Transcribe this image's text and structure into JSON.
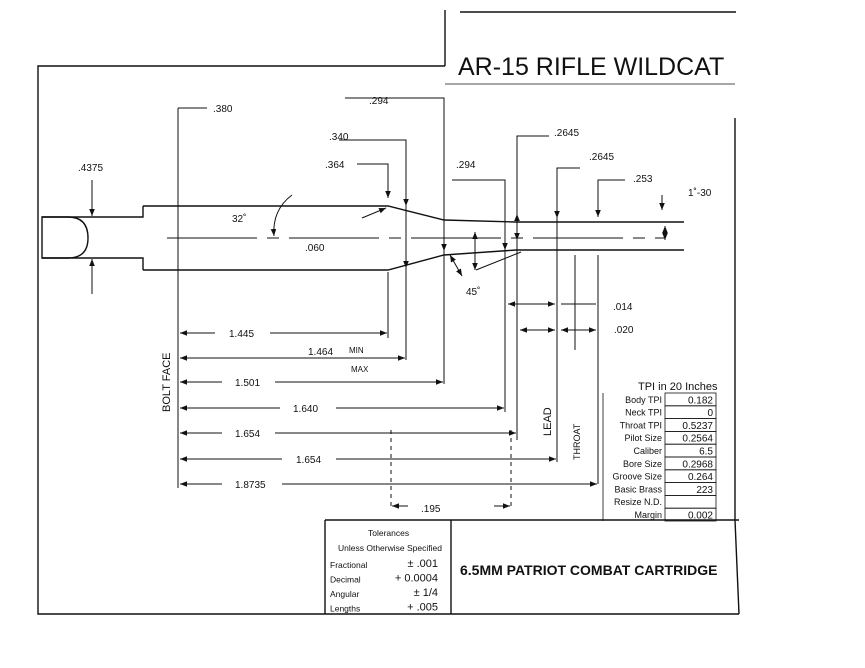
{
  "title": "AR-15 RIFLE WILDCAT",
  "subtitle": "6.5MM PATRIOT COMBAT CARTRIDGE",
  "dimensions": {
    "d4375": ".4375",
    "d380": ".380",
    "d294a": ".294",
    "d340": ".340",
    "d364": ".364",
    "d294b": ".294",
    "d2645a": ".2645",
    "d2645b": ".2645",
    "d253": ".253",
    "d1_30": "1˚-30",
    "d32": "32˚",
    "d060": ".060",
    "d45": "45˚",
    "d014": ".014",
    "d020": ".020",
    "d1445": "1.445",
    "d1464": "1.464",
    "min": "MIN",
    "max": "MAX",
    "d1501": "1.501",
    "d1640": "1.640",
    "d1654a": "1.654",
    "d1654b": "1.654",
    "d18735": "1.8735",
    "d195": ".195"
  },
  "labels": {
    "bolt_face": "BOLT FACE",
    "lead": "LEAD",
    "throat": "THROAT"
  },
  "tpi_table": {
    "header": "TPI in 20 Inches",
    "rows": [
      {
        "label": "Body TPI",
        "value": "0.182"
      },
      {
        "label": "Neck TPI",
        "value": "0"
      },
      {
        "label": "Throat TPI",
        "value": "0.5237"
      },
      {
        "label": "Pilot Size",
        "value": "0.2564"
      },
      {
        "label": "Caliber",
        "value": "6.5"
      },
      {
        "label": "Bore Size",
        "value": "0.2968"
      },
      {
        "label": "Groove Size",
        "value": "0.264"
      },
      {
        "label": "Basic Brass",
        "value": "223"
      },
      {
        "label": "Resize N.D.",
        "value": ""
      },
      {
        "label": "Margin",
        "value": "0.002"
      }
    ]
  },
  "tolerances": {
    "title": "Tolerances",
    "subtitle": "Unless Otherwise Specified",
    "rows": [
      {
        "label": "Fractional",
        "value": "± .001"
      },
      {
        "label": "Decimal",
        "value": "+ 0.0004"
      },
      {
        "label": "Angular",
        "value": "± 1/4"
      },
      {
        "label": "Lengths",
        "value": "+ .005"
      }
    ]
  }
}
